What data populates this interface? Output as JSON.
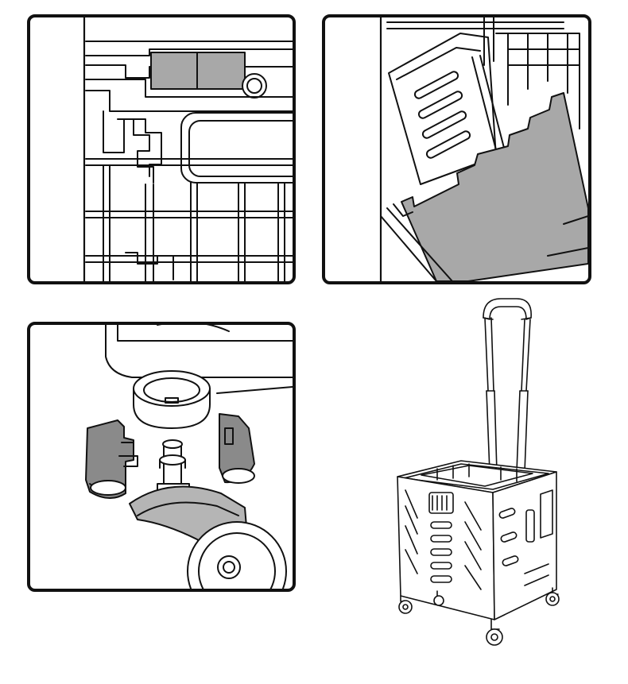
{
  "colors": {
    "line": "#111111",
    "panel_fill": "#ffffff",
    "accent_gray": "#a8a8a8",
    "part_dark": "#8a8a8a",
    "part_mid": "#b5b5b5"
  },
  "figure": {
    "panels": [
      {
        "id": "latch-detail",
        "highlight": "gray-latch-bar"
      },
      {
        "id": "panel-fold-detail",
        "highlight": "gray-base-panel"
      },
      {
        "id": "wheel-assembly-detail",
        "highlight": "gray-caster-sleeves"
      }
    ],
    "main_product": "folding-shopping-cart"
  }
}
